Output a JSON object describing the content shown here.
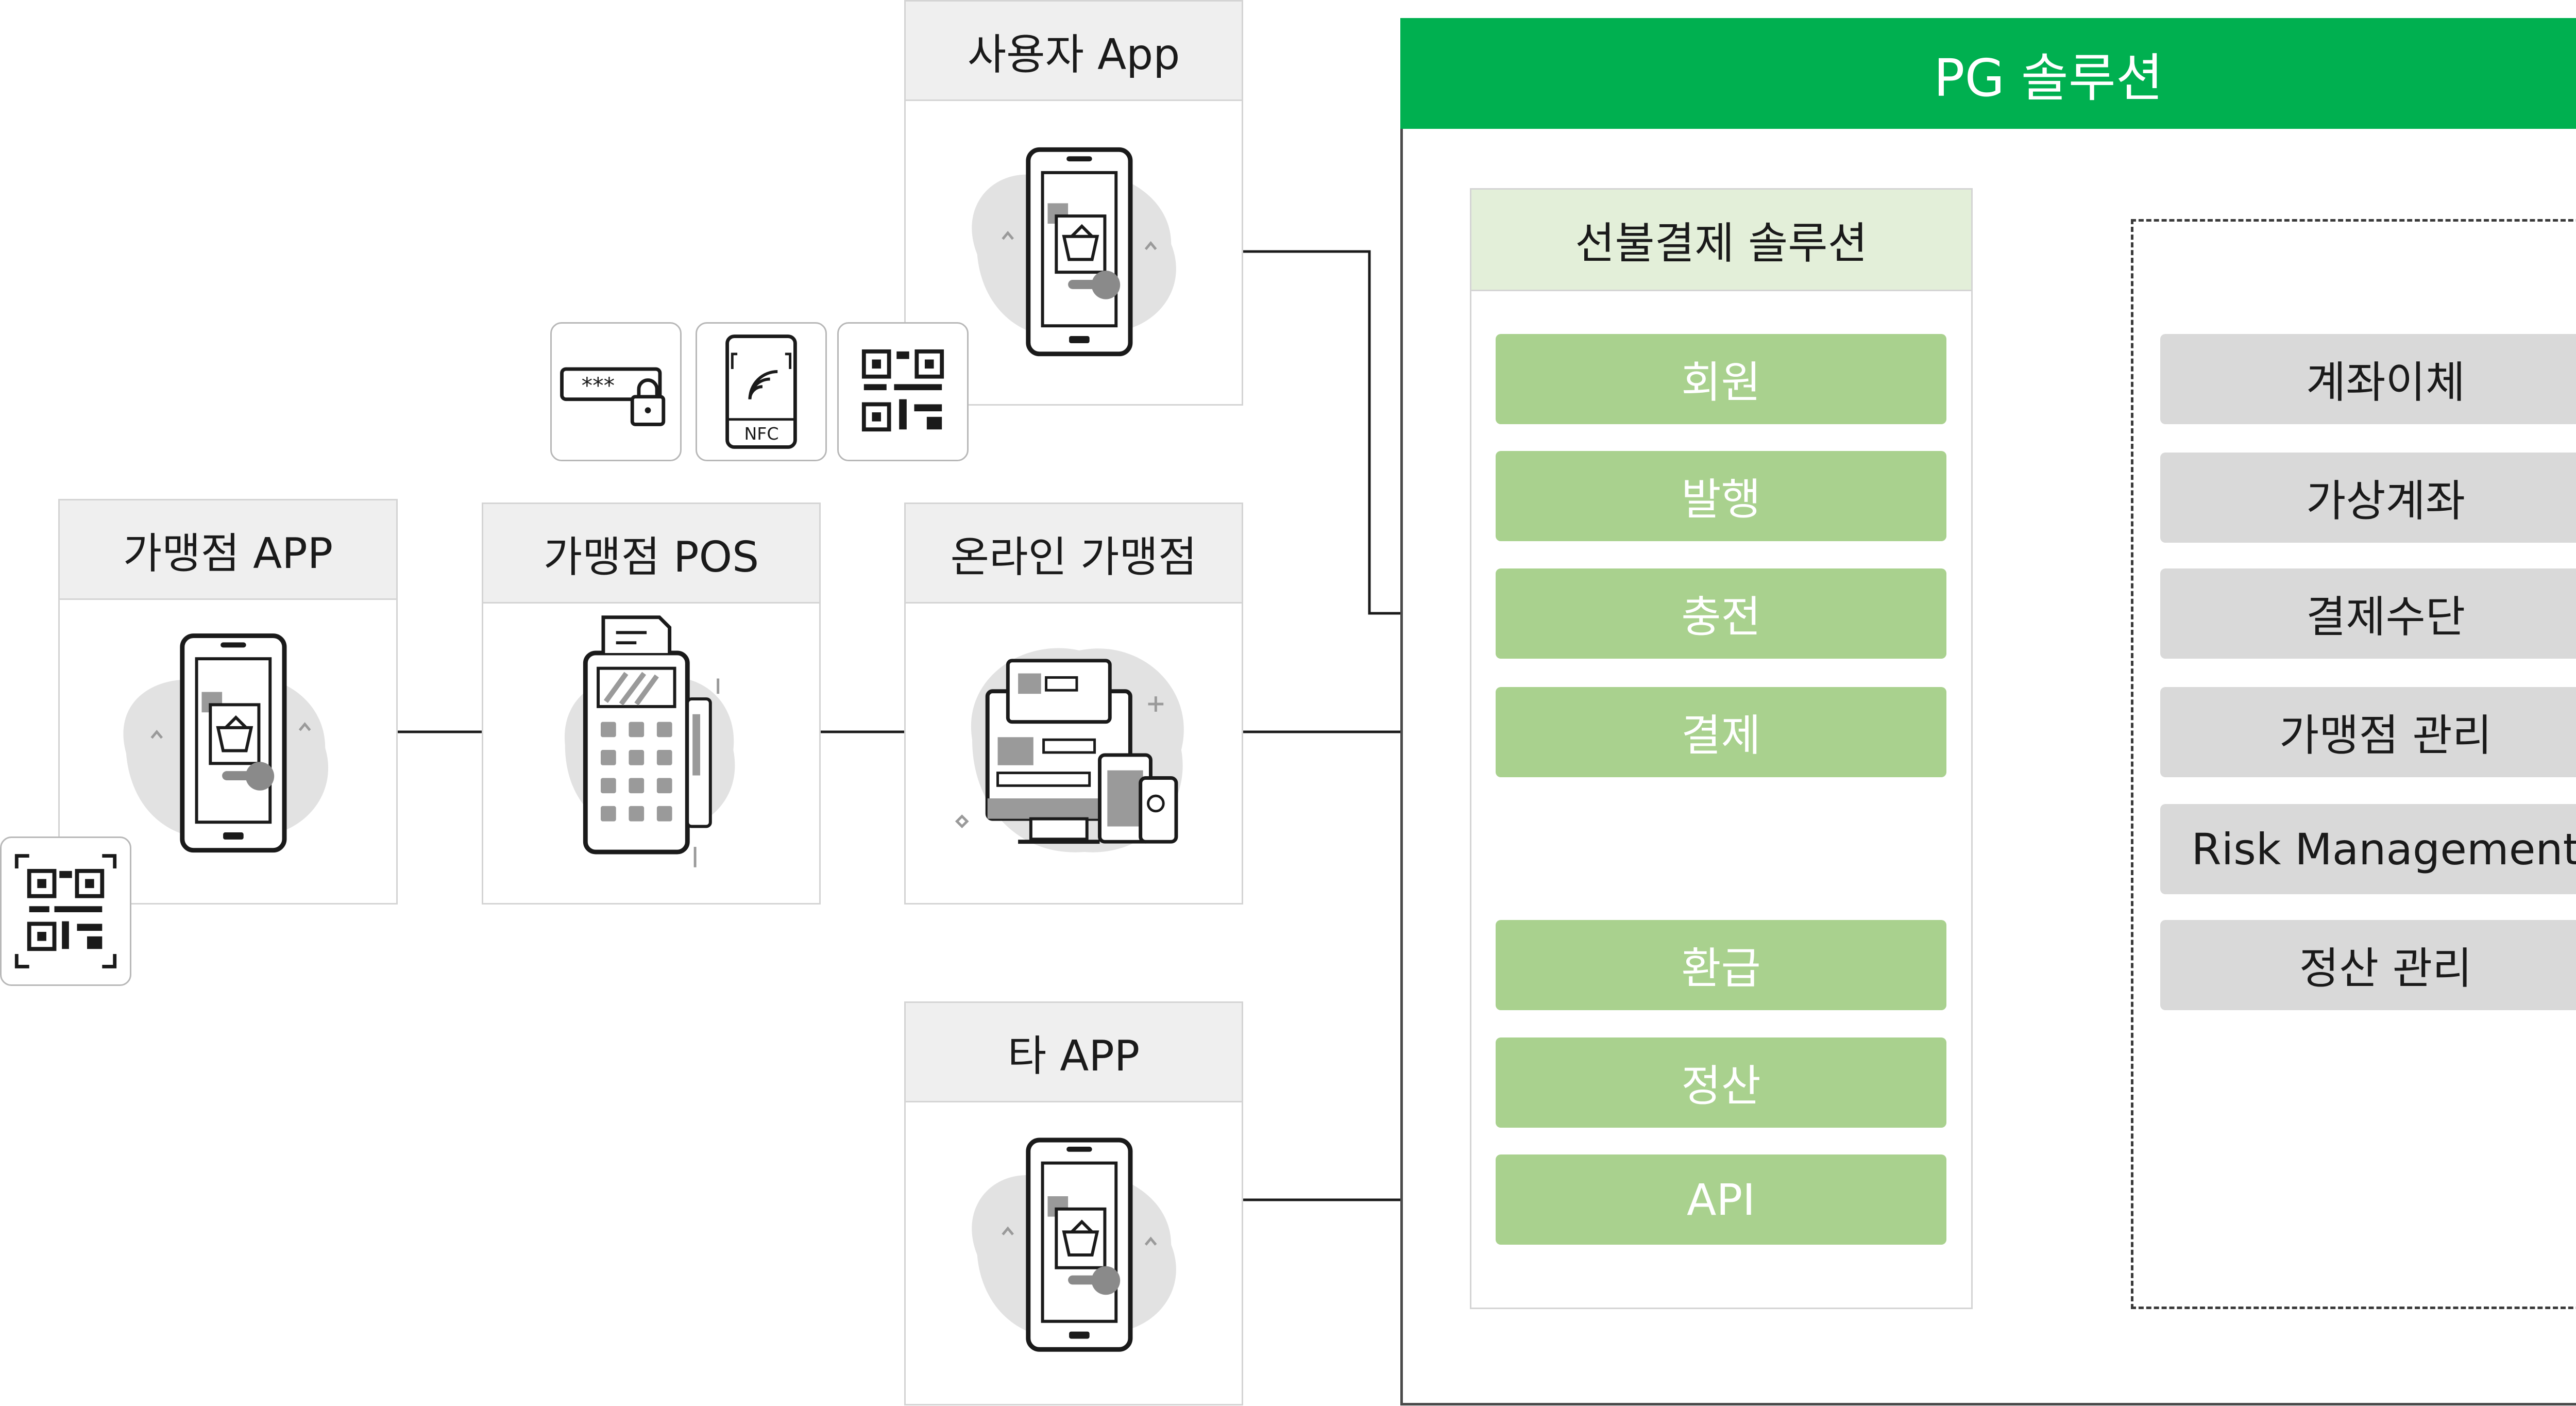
{
  "colors": {
    "pg_green": "#00b050",
    "sub_green": "#e3efd9",
    "button_green": "#a9d18e",
    "gray_box": "#d9d9d9"
  },
  "cards": {
    "user_app": {
      "label": "사용자 App",
      "icon": "smartphone-basket-icon"
    },
    "merchant_app": {
      "label": "가맹점 APP",
      "icon": "smartphone-basket-icon"
    },
    "merchant_pos": {
      "label": "가맹점 POS",
      "icon": "pos-terminal-icon"
    },
    "online_merchant": {
      "label": "온라인 가맹점",
      "icon": "online-store-icon"
    },
    "other_app": {
      "label": "타 APP",
      "icon": "smartphone-basket-icon"
    }
  },
  "auth_icons": {
    "password": {
      "icon": "password-lock-icon",
      "text": "***"
    },
    "nfc": {
      "icon": "nfc-icon",
      "text": "NFC"
    },
    "qr": {
      "icon": "qr-code-icon"
    }
  },
  "merchant_qr": {
    "icon": "qr-code-icon"
  },
  "pg": {
    "title": "PG 솔루션",
    "prepaid": {
      "title": "선불결제 솔루션",
      "items": [
        "회원",
        "발행",
        "충전",
        "결제",
        "환급",
        "정산",
        "API"
      ]
    },
    "modules": [
      "계좌이체",
      "가상계좌",
      "결제수단",
      "가맹점 관리",
      "Risk Management",
      "정산 관리"
    ]
  }
}
